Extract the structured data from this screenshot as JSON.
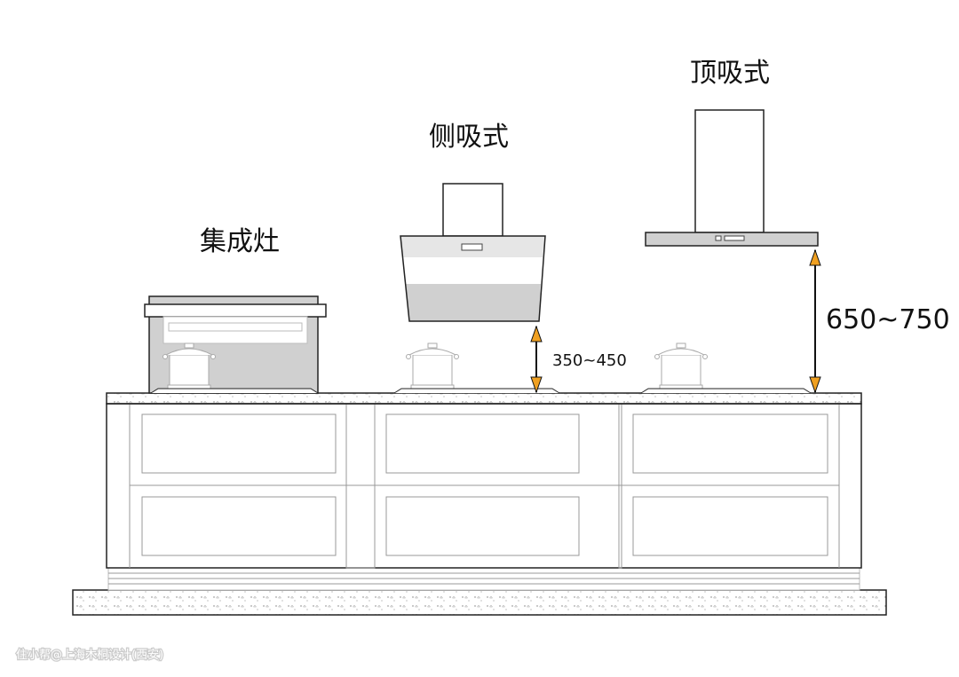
{
  "labels": {
    "integrated_stove": "集成灶",
    "side_hood": "侧吸式",
    "top_hood": "顶吸式"
  },
  "dimensions": {
    "side_hood_height": "350~450",
    "top_hood_height": "650~750"
  },
  "watermark": "住小帮@上海木桐设计(西安)",
  "colors": {
    "arrow": "#f0a020",
    "panel_gray": "#d0d0d0"
  }
}
